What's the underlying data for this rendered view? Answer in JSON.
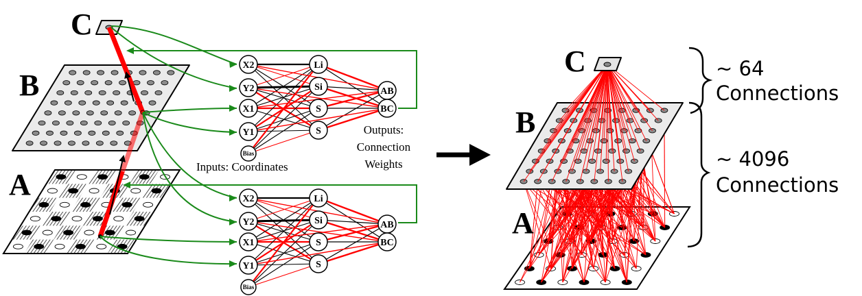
{
  "left_panel": {
    "layers": [
      {
        "id": "C",
        "label": "C"
      },
      {
        "id": "B",
        "label": "B"
      },
      {
        "id": "A",
        "label": "A"
      }
    ],
    "networks": [
      {
        "inputs": [
          "X2",
          "Y2",
          "X1",
          "Y1",
          "Bias"
        ],
        "hidden": [
          "Li",
          "Si",
          "S",
          "S"
        ],
        "outputs": [
          "AB",
          "BC"
        ]
      },
      {
        "inputs": [
          "X2",
          "Y2",
          "X1",
          "Y1",
          "Bias"
        ],
        "hidden": [
          "Li",
          "Si",
          "S",
          "S"
        ],
        "outputs": [
          "AB",
          "BC"
        ]
      }
    ],
    "inputs_caption": "Inputs: Coordinates",
    "outputs_caption": [
      "Outputs:",
      "Connection",
      "Weights"
    ]
  },
  "right_panel": {
    "layers": [
      {
        "id": "C",
        "label": "C"
      },
      {
        "id": "B",
        "label": "B"
      },
      {
        "id": "A",
        "label": "A"
      }
    ],
    "annotations": [
      {
        "lines": [
          "~ 64",
          "Connections"
        ]
      },
      {
        "lines": [
          "~ 4096",
          "Connections"
        ]
      }
    ]
  },
  "colors": {
    "connection_red": "#ff0000",
    "feedback_green": "#1a8a1a",
    "plane_fill": "#ebebeb",
    "dot_fill": "#8c8c8c"
  }
}
